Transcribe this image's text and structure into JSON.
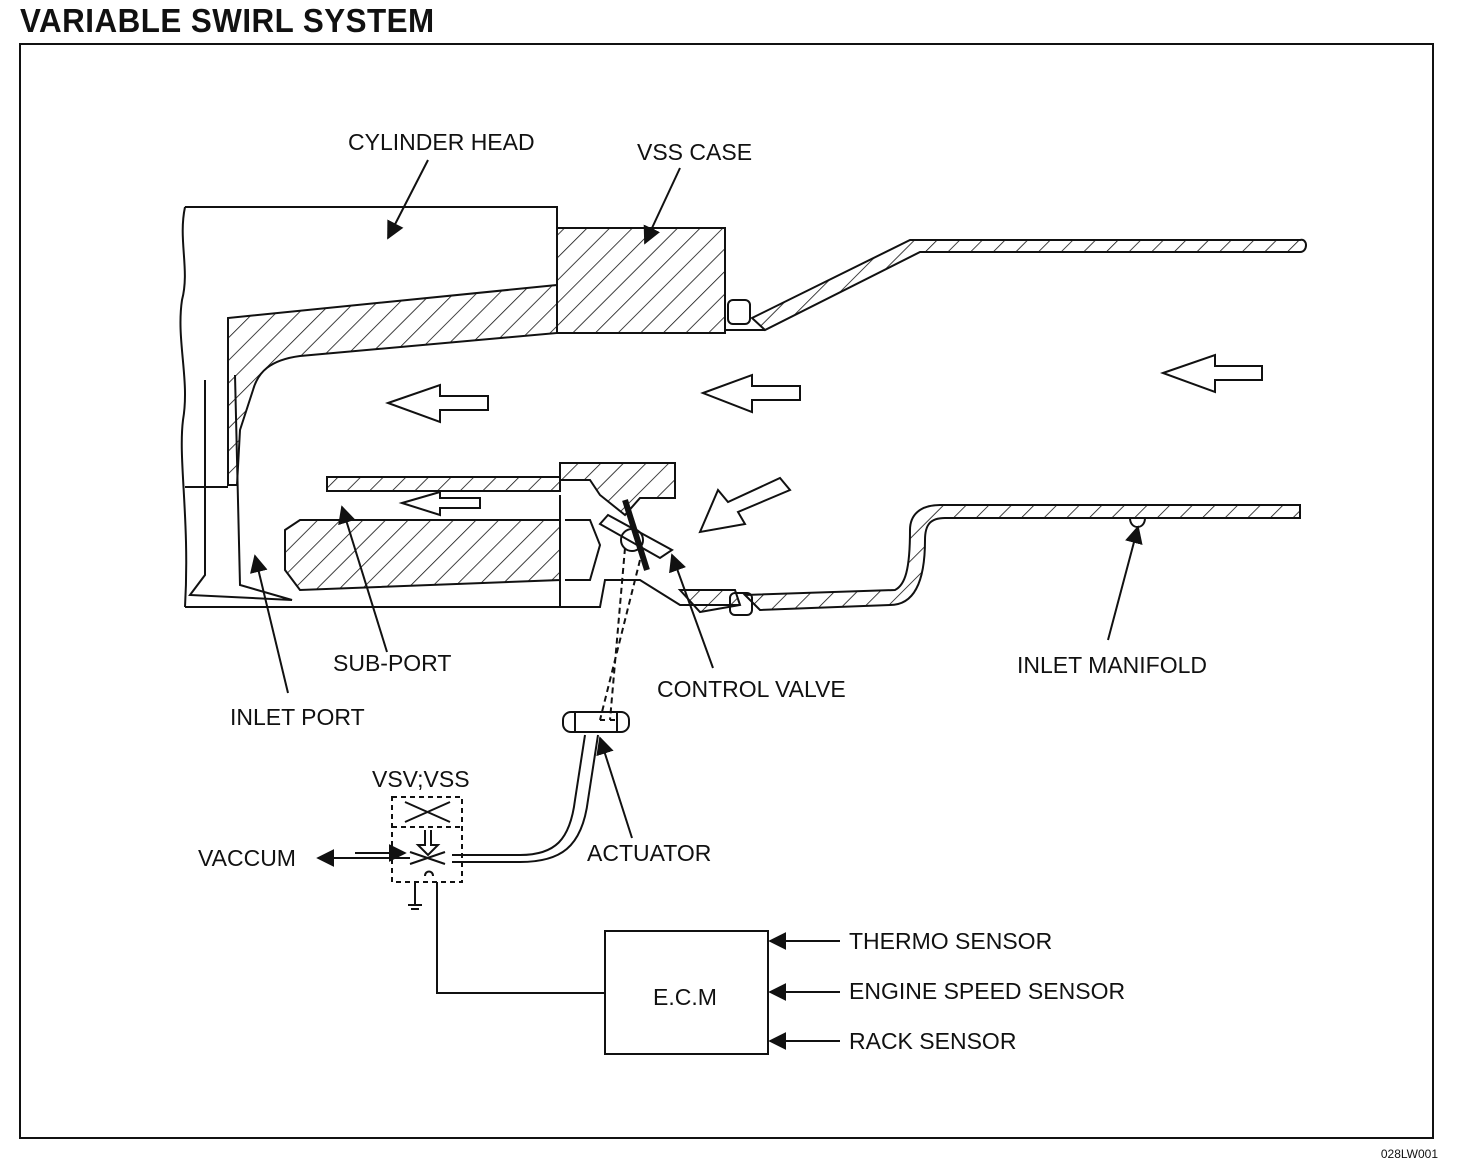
{
  "title": "VARIABLE SWIRL SYSTEM",
  "labels": {
    "cylinder_head": "CYLINDER HEAD",
    "vss_case": "VSS CASE",
    "sub_port": "SUB-PORT",
    "inlet_port": "INLET PORT",
    "control_valve": "CONTROL VALVE",
    "inlet_manifold": "INLET MANIFOLD",
    "vsv_vss": "VSV;VSS",
    "actuator": "ACTUATOR",
    "vaccum": "VACCUM",
    "ecm": "E.C.M",
    "thermo_sensor": "THERMO SENSOR",
    "engine_speed_sensor": "ENGINE SPEED SENSOR",
    "rack_sensor": "RACK SENSOR"
  },
  "figure_code": "028LW001"
}
